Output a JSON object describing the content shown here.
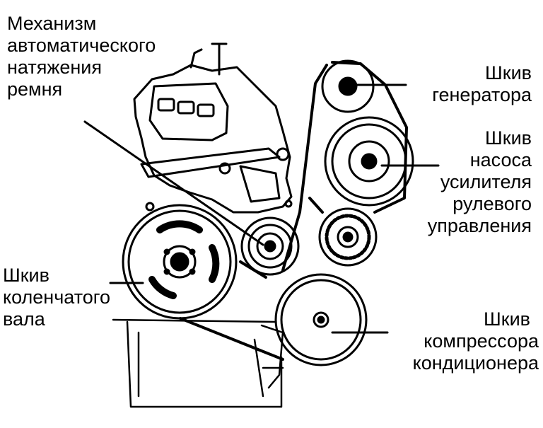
{
  "labels": {
    "tensioner": [
      "Механизм",
      "автоматического",
      "натяжения",
      "ремня"
    ],
    "generator": [
      "Шкив",
      "генератора"
    ],
    "power_steering": [
      "Шкив",
      "насоса",
      "усилителя",
      "рулевого",
      "управления"
    ],
    "crankshaft": [
      "Шкив",
      "коленчатого",
      "вала"
    ],
    "ac_compressor": [
      "Шкив",
      "компрессора",
      "кондиционера"
    ]
  },
  "colors": {
    "ink": "#000000",
    "paper": "#ffffff"
  }
}
